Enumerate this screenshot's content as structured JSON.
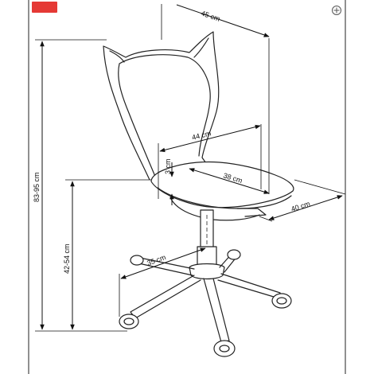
{
  "colors": {
    "badge": "#e53935",
    "line": "#111111"
  },
  "icons": {
    "corner": "circle-plus-icon"
  },
  "dimensions": {
    "back_depth": "45 cm",
    "seat_width": "44 cm",
    "seat_depth": "38 cm",
    "seat_side": "40 cm",
    "total_height": "83-95 cm",
    "seat_height": "42-54 cm",
    "backrest_gap": "3 cm",
    "base_radius": "35 cm"
  }
}
